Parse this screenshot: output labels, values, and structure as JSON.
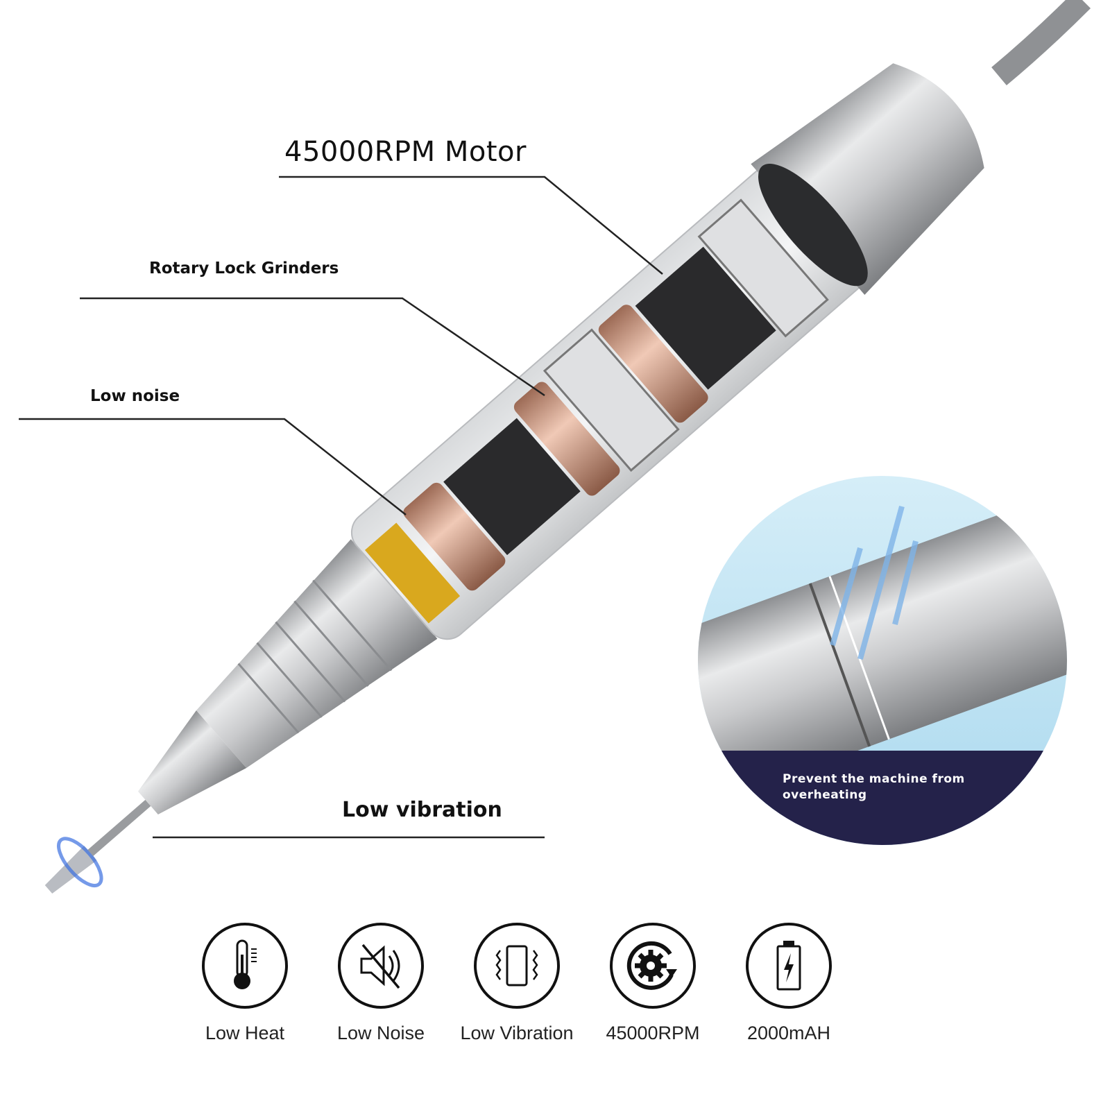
{
  "callouts": {
    "motor": "45000RPM Motor",
    "rotary": "Rotary Lock Grinders",
    "noise": "Low noise",
    "vibration": "Low vibration"
  },
  "inset": {
    "caption": "Prevent the machine from overheating"
  },
  "features": [
    {
      "icon": "thermometer-icon",
      "label": "Low Heat"
    },
    {
      "icon": "muted-speaker-icon",
      "label": "Low Noise"
    },
    {
      "icon": "vibration-icon",
      "label": "Low Vibration"
    },
    {
      "icon": "gear-rotate-icon",
      "label": "45000RPM"
    },
    {
      "icon": "battery-icon",
      "label": "2000mAH"
    }
  ],
  "colors": {
    "navy": "#24224a",
    "inset_blue": "#bfe3f2",
    "copper": "#c98f72",
    "gold": "#d9a81e"
  }
}
